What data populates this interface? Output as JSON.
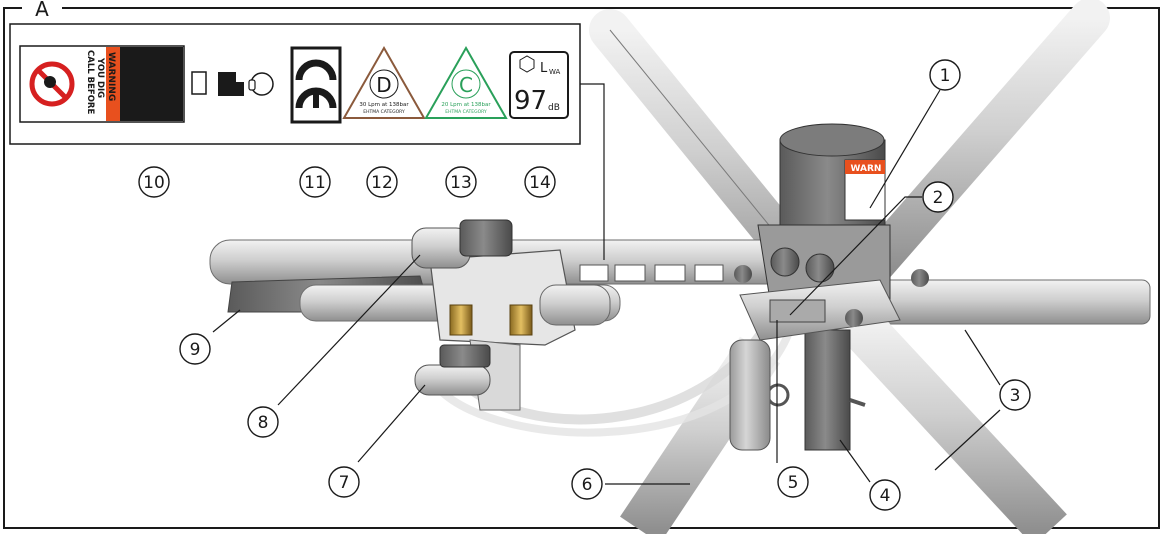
{
  "figure": {
    "frame_label": "A",
    "callouts": [
      "1",
      "2",
      "3",
      "4",
      "5",
      "6",
      "7",
      "8",
      "9",
      "10",
      "11",
      "12",
      "13",
      "14"
    ]
  },
  "decals": {
    "warning": {
      "header": "WARNING",
      "line1": "CALL BEFORE",
      "line2": "YOU DIG"
    },
    "ehtma_d": {
      "letter": "D",
      "flow": "30 Lpm at 138bar",
      "category": "EHTMA CATEGORY"
    },
    "ehtma_c": {
      "letter": "C",
      "flow": "20 Lpm at 138bar",
      "category": "EHTMA CATEGORY"
    },
    "sound": {
      "symbol": "L",
      "subscript": "WA",
      "value": "97",
      "unit": "dB"
    },
    "body_warning": "WARN"
  },
  "colors": {
    "ehtma_d": "#8b5a3c",
    "ehtma_c": "#2aa05a",
    "warning_stripe": "#e8501e",
    "metal_light": "#d4d4d4",
    "metal_dark": "#6e6e6e",
    "brass": "#c79b3a"
  }
}
